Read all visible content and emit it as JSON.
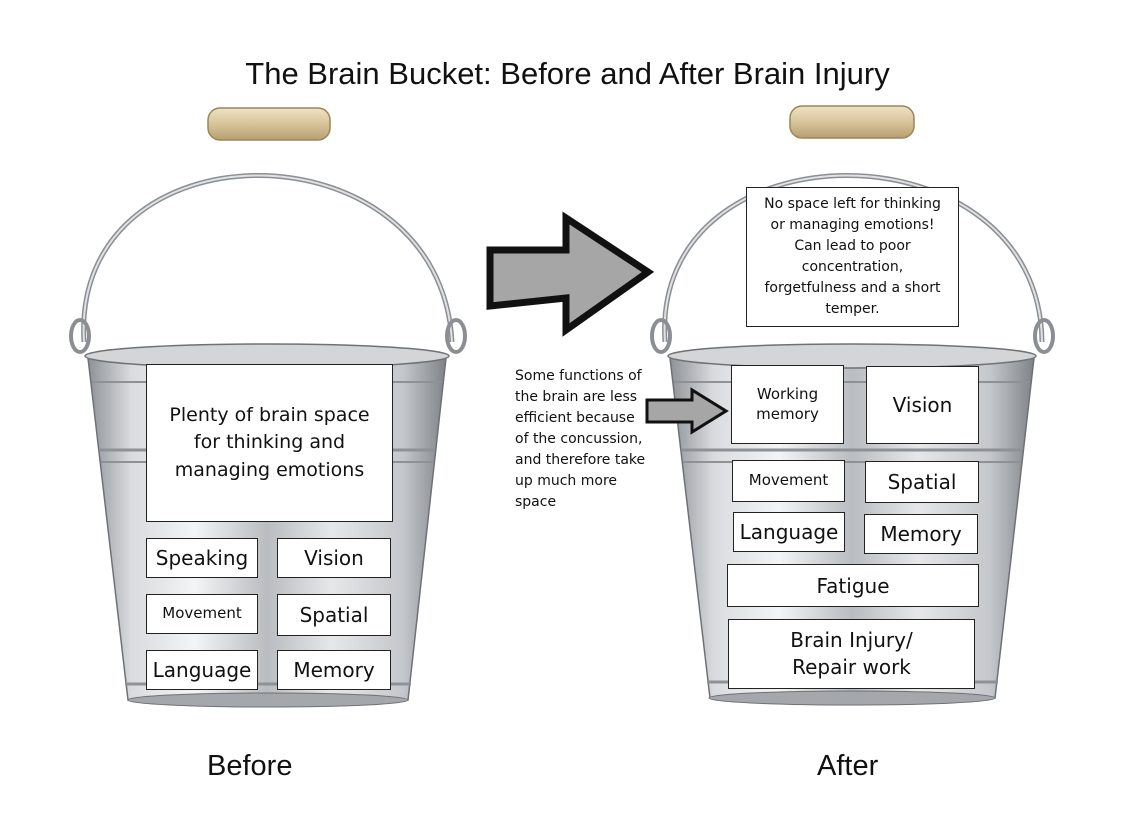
{
  "title": "The Brain Bucket: Before and After Brain Injury",
  "before": {
    "caption": "Before",
    "space_label": "Plenty of brain space for thinking and managing emotions",
    "functions": {
      "speaking": "Speaking",
      "vision": "Vision",
      "movement": "Movement",
      "spatial": "Spatial",
      "language": "Language",
      "memory": "Memory"
    }
  },
  "after": {
    "caption": "After",
    "overflow_note": "No space left for thinking or managing emotions! Can lead to poor concentration, forgetfulness and a short temper.",
    "functions": {
      "working_memory": "Working memory",
      "vision": "Vision",
      "movement": "Movement",
      "spatial": "Spatial",
      "language": "Language",
      "memory": "Memory",
      "fatigue": "Fatigue",
      "brain_injury": "Brain Injury/ Repair work"
    }
  },
  "explanation": "Some functions of the brain are less efficient because of the concussion, and therefore take up much more space",
  "colors": {
    "arrow_fill": "#a6a6a6",
    "bucket_metal": "#c9ccd0",
    "handle_wood": "#d8c49a"
  },
  "icons": [
    "bucket-icon",
    "arrow-right-icon"
  ]
}
